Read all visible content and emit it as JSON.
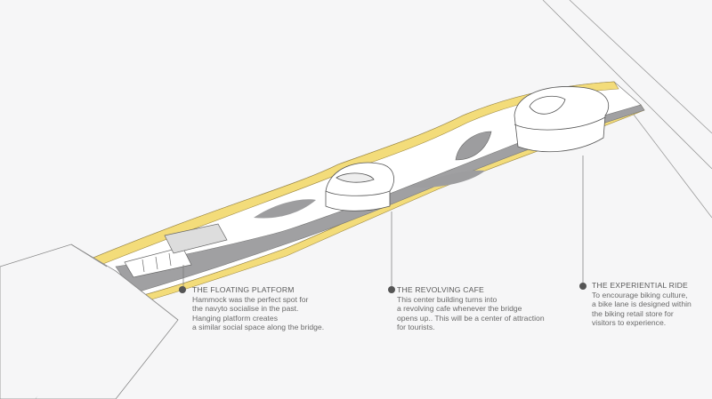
{
  "colors": {
    "background": "#f6f6f7",
    "edge_yellow": "#f3dc7a",
    "lane_gray": "#9d9d9f",
    "dot": "#555555"
  },
  "annotations": [
    {
      "title": "THE FLOATING PLATFORM",
      "lines": [
        "Hammock was the perfect spot for",
        "the navyto socialise in the past.",
        "Hanging platform creates",
        "a similar social space along the bridge."
      ]
    },
    {
      "title": "THE REVOLVING CAFE",
      "lines": [
        "This center building turns into",
        "a revolving cafe whenever the bridge",
        "opens up.. This will be a center of attraction",
        "for tourists."
      ]
    },
    {
      "title": "THE EXPERIENTIAL RIDE",
      "lines": [
        "To encourage biking culture,",
        "a bike lane is designed within",
        "the biking retail store for",
        "visitors to experience."
      ]
    }
  ]
}
